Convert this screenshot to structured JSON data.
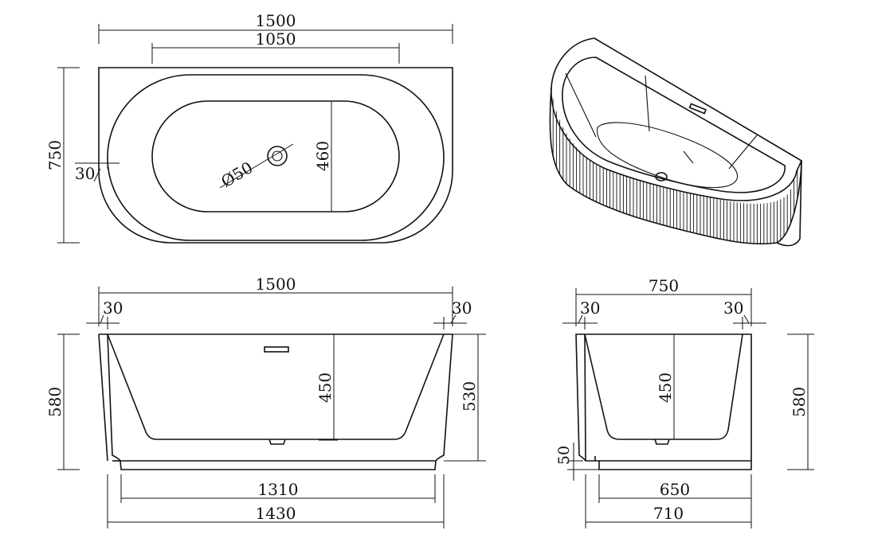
{
  "top_view": {
    "overall_length": "1500",
    "inner_length": "1050",
    "overall_width": "750",
    "rim_thickness": "30",
    "drain_diameter": "Ø50",
    "inner_width": "460"
  },
  "front_view": {
    "overall_length": "1500",
    "rim_left": "30",
    "rim_right": "30",
    "overall_height": "580",
    "inner_depth": "450",
    "body_height": "530",
    "plinth_length": "1310",
    "base_length": "1430"
  },
  "side_view": {
    "overall_width": "750",
    "rim_left": "30",
    "rim_right": "30",
    "inner_depth": "450",
    "overall_height": "580",
    "plinth_height": "50",
    "plinth_width": "650",
    "base_width": "710"
  }
}
